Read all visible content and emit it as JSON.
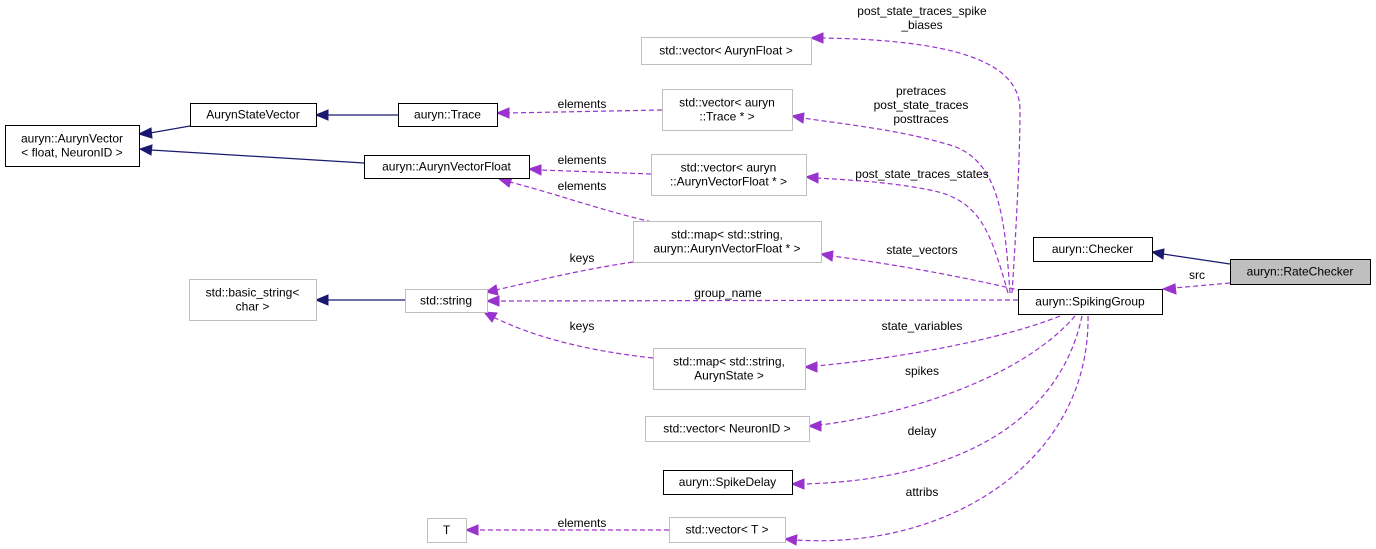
{
  "nodes": {
    "aurynvector": {
      "lines": [
        "auryn::AurynVector",
        "< float, NeuronID >"
      ]
    },
    "aurynstatevector": {
      "lines": [
        "AurynStateVector"
      ]
    },
    "trace": {
      "lines": [
        "auryn::Trace"
      ]
    },
    "aurynvectorfloat": {
      "lines": [
        "auryn::AurynVectorFloat"
      ]
    },
    "basic_string": {
      "lines": [
        "std::basic_string<",
        "char >"
      ]
    },
    "string": {
      "lines": [
        "std::string"
      ]
    },
    "t": {
      "lines": [
        "T"
      ]
    },
    "vec_aurynfloat": {
      "lines": [
        "std::vector< AurynFloat >"
      ]
    },
    "vec_trace": {
      "lines": [
        "std::vector< auryn",
        "::Trace * >"
      ]
    },
    "vec_avf": {
      "lines": [
        "std::vector< auryn",
        "::AurynVectorFloat * >"
      ]
    },
    "map_avf": {
      "lines": [
        "std::map< std::string,",
        "auryn::AurynVectorFloat * >"
      ]
    },
    "map_state": {
      "lines": [
        "std::map< std::string,",
        "AurynState >"
      ]
    },
    "vec_neuronid": {
      "lines": [
        "std::vector< NeuronID >"
      ]
    },
    "spikedelay": {
      "lines": [
        "auryn::SpikeDelay"
      ]
    },
    "vec_t": {
      "lines": [
        "std::vector< T >"
      ]
    },
    "checker": {
      "lines": [
        "auryn::Checker"
      ]
    },
    "spikinggroup": {
      "lines": [
        "auryn::SpikingGroup"
      ]
    },
    "ratechecker": {
      "lines": [
        "auryn::RateChecker"
      ]
    }
  },
  "edge_labels": {
    "post_state_traces_spike": [
      "post_state_traces_spike",
      "_biases"
    ],
    "pretraces": [
      "pretraces",
      "post_state_traces",
      "posttraces"
    ],
    "post_state_traces_states": [
      "post_state_traces_states"
    ],
    "state_vectors": [
      "state_vectors"
    ],
    "group_name": [
      "group_name"
    ],
    "state_variables": [
      "state_variables"
    ],
    "spikes": [
      "spikes"
    ],
    "delay": [
      "delay"
    ],
    "attribs": [
      "attribs"
    ],
    "src": [
      "src"
    ],
    "elements_trace": [
      "elements"
    ],
    "elements_avf1": [
      "elements"
    ],
    "elements_avf2": [
      "elements"
    ],
    "keys_map_avf": [
      "keys"
    ],
    "keys_map_state": [
      "keys"
    ],
    "elements_t": [
      "elements"
    ]
  },
  "colors": {
    "inheritance_edge": "#191970",
    "usage_edge": "#9a32cd",
    "highlight_fill": "#bfbfbf",
    "template_border": "#bfbfbf"
  }
}
